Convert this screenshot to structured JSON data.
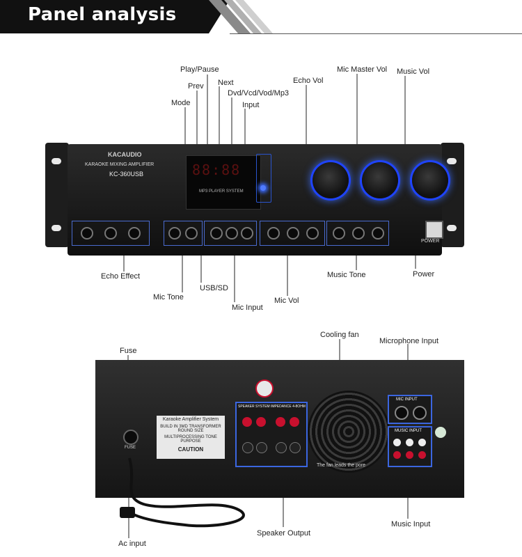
{
  "header": {
    "title": "Panel analysis"
  },
  "front_labels": {
    "play_pause": "Play/Pause",
    "prev": "Prev",
    "next": "Next",
    "mode": "Mode",
    "dvd_vcd": "Dvd/Vcd/Vod/Mp3",
    "input": "Input",
    "echo_vol": "Echo Vol",
    "mic_master_vol": "Mic Master Vol",
    "music_vol": "Music Vol",
    "echo_effect": "Echo Effect",
    "mic_tone": "Mic Tone",
    "usb_sd": "USB/SD",
    "mic_input": "Mic Input",
    "mic_vol": "Mic Vol",
    "music_tone": "Music Tone",
    "power": "Power"
  },
  "rear_labels": {
    "fuse": "Fuse",
    "cooling_fan": "Cooling fan",
    "microphone_input": "Microphone Input",
    "music_input": "Music Input",
    "speaker_output": "Speaker Output",
    "ac_input": "Ac input"
  },
  "device_front": {
    "brand": "KACAUDIO",
    "model": "KC-360USB",
    "subtitle": "KARAOKE MIXING AMPLIFIER",
    "display_digits": "88:88",
    "power_label": "POWER",
    "mp3_caption": "MP3 PLAYER SYSTEM"
  },
  "device_rear": {
    "plate_title": "Karaoke Amplifier System",
    "plate_line1": "BUILD IN 3MD TRANSFORMER ROUND SIZE",
    "plate_line2": "MULTIPROCESSING TONE PURPOSE",
    "caution": "CAUTION",
    "speaker_header": "SPEAKER SYSTEM IMPEDANCE 4-8OHM",
    "fan_caption": "The fan leads the pore",
    "mic_input_plate": "MIC INPUT",
    "music_input_plate": "MUSIC INPUT",
    "fuse_text": "FUSE"
  },
  "colors": {
    "banner_bg": "#111111",
    "accent_blue": "#1f44ff",
    "terminal_red": "#c8102e"
  }
}
